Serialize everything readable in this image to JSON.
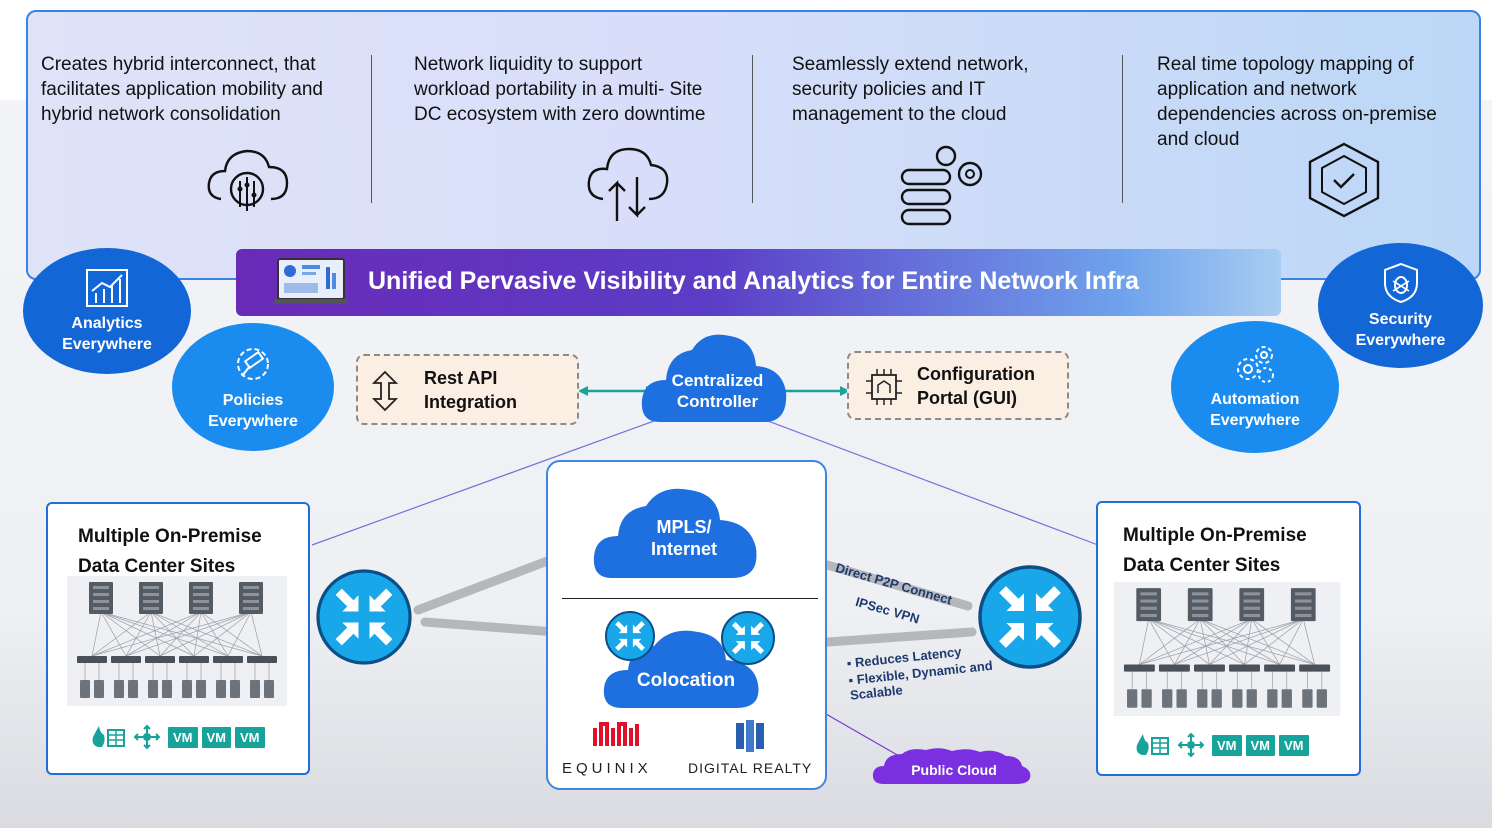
{
  "features": [
    {
      "text": "Creates hybrid interconnect, that facilitates application mobility and hybrid network consolidation",
      "icon": "cloud-network-icon"
    },
    {
      "text": "Network liquidity to support workload portability in a multi- Site DC ecosystem with zero downtime",
      "icon": "cloud-up-down-icon"
    },
    {
      "text": "Seamlessly extend network, security policies and IT management to the cloud",
      "icon": "server-gear-icon"
    },
    {
      "text": "Real time topology mapping of application and network dependencies across on-premise and cloud",
      "icon": "cube-check-icon"
    }
  ],
  "main_title": "Unified Pervasive Visibility and Analytics for Entire Network Infra",
  "bubbles": {
    "analytics": "Analytics Everywhere",
    "policies": "Policies Everywhere",
    "security": "Security Everywhere",
    "automation": "Automation Everywhere"
  },
  "controller": "Centralized Controller",
  "rest_api": "Rest API Integration",
  "config_portal": "Configuration Portal (GUI)",
  "left_site_title": "Multiple On-Premise Data Center Sites",
  "right_site_title": "Multiple On-Premise Data Center Sites",
  "vm_label": "VM",
  "mpls": "MPLS/ Internet",
  "colocation": "Colocation",
  "brands": {
    "equinix": "EQUINIX",
    "digital_realty": "DIGITAL REALTY"
  },
  "public_cloud": "Public Cloud",
  "link_labels": {
    "p2p": "Direct P2P Connect",
    "ipsec": "IPSec VPN"
  },
  "benefits": [
    "Reduces Latency",
    "Flexible, Dynamic and Scalable"
  ],
  "colors": {
    "accent_blue": "#1a8cf0",
    "dark_blue": "#1366d6",
    "purple": "#6a2ab8",
    "teal": "#17a39a",
    "router": "#18a7e8"
  }
}
